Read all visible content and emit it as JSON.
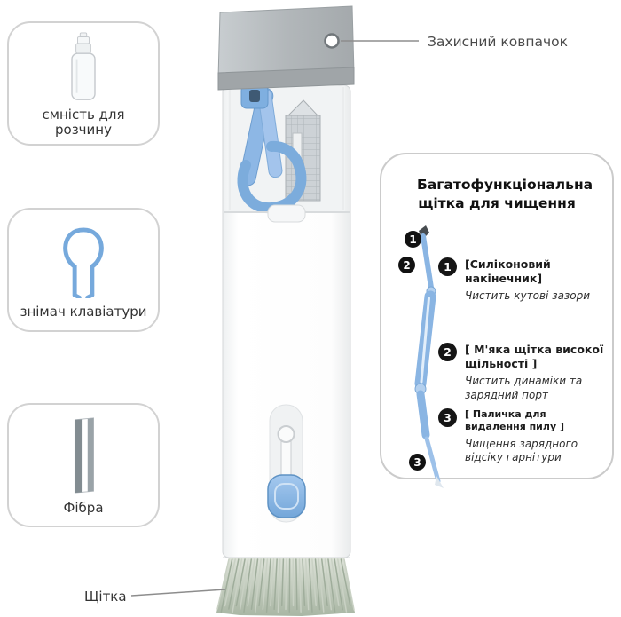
{
  "callouts": {
    "cap_label": "Захисний ковпачок",
    "brush_label": "Щітка"
  },
  "left_panels": [
    {
      "label": "ємність для розчину",
      "icon": "spray-bottle-icon"
    },
    {
      "label": "знімач клавіатури",
      "icon": "keycap-puller-icon"
    },
    {
      "label": "Фібра",
      "icon": "fiber-cloth-icon"
    }
  ],
  "info_box": {
    "title": "Багатофункціональна щітка для чищення",
    "items": [
      {
        "num": "1",
        "name": "[Силіконовий накінечник]",
        "desc": "Чистить кутові зазори"
      },
      {
        "num": "2",
        "name": "[ М'яка щітка високої щільності ]",
        "desc": "Чистить динаміки та зарядний порт"
      },
      {
        "num": "3",
        "name": "[ Паличка для видалення пилу ]",
        "desc": "Чищення зарядного відсіку гарнітури"
      }
    ]
  },
  "colors": {
    "accent_blue": "#7badde",
    "accent_blue_dark": "#5e92c4",
    "cap_gray": "#b2b7ba",
    "box_border_gray": "#cfcfcf",
    "text_dark": "#1c1c1c",
    "bristle_light": "#dde2d8",
    "bristle_dark": "#a9b6a4",
    "badge_black": "#111111"
  }
}
